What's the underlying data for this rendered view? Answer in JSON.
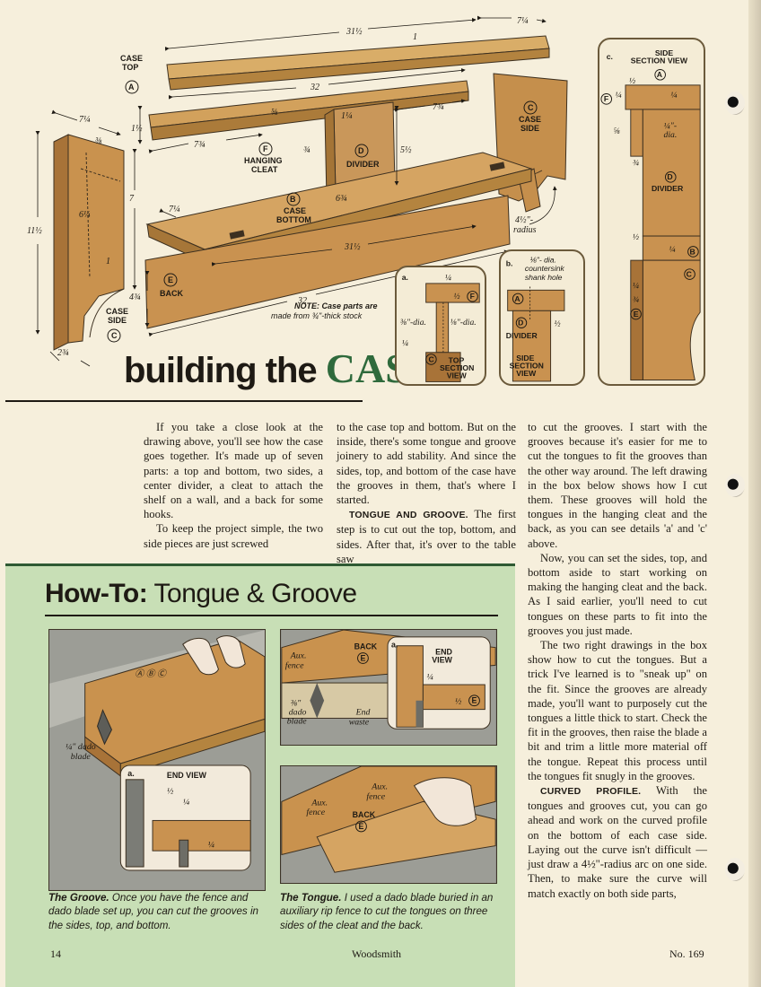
{
  "diagram": {
    "labels": {
      "case_top": "CASE TOP",
      "case_top_key": "A",
      "hanging_cleat": "HANGING CLEAT",
      "hanging_cleat_key": "F",
      "divider": "DIVIDER",
      "divider_key": "D",
      "case_bottom": "CASE BOTTOM",
      "case_bottom_key": "B",
      "back": "BACK",
      "back_key": "E",
      "case_side_left": "CASE SIDE",
      "case_side_left_key": "C",
      "case_side_right": "CASE SIDE",
      "case_side_right_key": "C",
      "radius": "4½\" radius",
      "note_label": "NOTE:",
      "note_text": "Case parts are made from ¾\"-thick stock"
    },
    "dims": {
      "top_length": "31½",
      "top_width": "7¼",
      "top_thickness": "1",
      "cleat_length": "32",
      "cleat_offset_right": "7¾",
      "cleat_offset_left": "7¾",
      "cleat_hole": "⅝",
      "cleat_height": "1½",
      "divider_top": "1¼",
      "divider_height": "5½",
      "divider_thickness": "¾",
      "divider_depth": "6¾",
      "side_width": "7¼",
      "side_offset": "⅜",
      "side_dim_inner": "6¼",
      "side_height": "11½",
      "side_cutout": "7",
      "side_notch": "1",
      "side_bottom": "2¾",
      "bottom_width": "7¼",
      "bottom_length": "31½",
      "back_height": "4¾",
      "back_length": "32"
    }
  },
  "title": {
    "pre": "building the",
    "word": "CASE"
  },
  "detail_a": {
    "key": "a.",
    "dims": {
      "width": "¼",
      "depth": "½",
      "hole_left": "⅜\"-dia.",
      "hole_right": "⅛\"-dia.",
      "bottom": "¼"
    },
    "part_top": "F",
    "part_bottom": "C",
    "caption": "TOP SECTION VIEW"
  },
  "detail_b": {
    "key": "b.",
    "note": "⅛\"- dia. countersink shank hole",
    "part_top": "A",
    "part_mid": "D",
    "mid_label": "DIVIDER",
    "dim": "½",
    "caption": "SIDE SECTION VIEW"
  },
  "detail_c": {
    "key": "c.",
    "caption": "SIDE SECTION VIEW",
    "part_top": "A",
    "part_cleat": "F",
    "part_divider": "D",
    "divider_label": "DIVIDER",
    "part_b": "B",
    "part_c": "C",
    "part_e": "E",
    "dims": {
      "d1": "½",
      "d2": "¼",
      "d3": "¼",
      "d4": "¼\"- dia.",
      "d5": "⅝",
      "d6": "¾",
      "d7": "½",
      "d8": "¼",
      "d9": "¼",
      "d10": "¾"
    }
  },
  "body": {
    "col1": [
      "If you take a close look at the drawing above, you'll see how the case goes together. It's made up of seven parts: a top and bottom, two sides, a center divider, a cleat to attach the shelf on a wall, and a back for some hooks.",
      "To keep the project simple, the two side pieces are just screwed"
    ],
    "col2_p1": "to the case top and bottom. But on the inside, there's some tongue and groove joinery to add stability. And since the sides, top, and bottom of the case have the grooves in them, that's where I started.",
    "col2_runin": "TONGUE AND GROOVE.",
    "col2_p2": "The first step is to cut out the top, bottom, and sides. After that, it's over to the table saw",
    "col3_p1": "to cut the grooves. I start with the grooves because it's easier for me to cut the tongues to fit the grooves than the other way around. The left drawing in the box below shows how I cut them. These grooves will hold the tongues in the hanging cleat and the back, as you can see details 'a' and 'c' above.",
    "col3_p2": "Now, you can set the sides, top, and bottom aside to start working on making the hanging cleat and the back. As I said earlier, you'll need to cut tongues on these parts to fit into the grooves you just made.",
    "col3_p3": "The two right drawings in the box show how to cut the tongues. But a trick I've learned is to \"sneak up\" on the fit. Since the grooves are already made, you'll want to purposely cut the tongues a little thick to start. Check the fit in the grooves, then raise the blade a bit and trim a little more material off the tongue. Repeat this process until the tongues fit snugly in the grooves.",
    "col3_runin": "CURVED PROFILE.",
    "col3_p4": "With the tongues and grooves cut, you can go ahead and work on the curved profile on the bottom of each case side. Laying out the curve isn't difficult — just draw a 4½\"-radius arc on one side. Then, to make sure the curve will match exactly on both side parts,"
  },
  "howto": {
    "bold": "How-To:",
    "title": "Tongue & Groove",
    "panel1": {
      "parts": "ABC",
      "blade": "¼\" dado blade",
      "inset_key": "a.",
      "inset_title": "END VIEW",
      "d1": "½",
      "d2": "¼",
      "d3": "¼"
    },
    "panel2": {
      "back": "BACK",
      "back_key": "E",
      "fence": "Aux. fence",
      "blade": "⅜\" dado blade",
      "waste": "End waste",
      "inset_key": "a.",
      "inset_title": "END VIEW",
      "d1": "¼",
      "d2": "½",
      "d2_key": "E"
    },
    "panel3": {
      "fence_left": "Aux. fence",
      "fence_top": "Aux. fence",
      "back": "BACK",
      "back_key": "E"
    },
    "cap1_bold": "The Groove.",
    "cap1": "Once you have the fence and dado blade set up, you can cut the grooves in the sides, top, and bottom.",
    "cap2_bold": "The Tongue.",
    "cap2": "I used a dado blade buried in an auxiliary rip fence to cut the tongues on three sides of the cleat and the back."
  },
  "footer": {
    "page": "14",
    "magazine": "Woodsmith",
    "issue": "No. 169"
  },
  "colors": {
    "accent_green": "#2f6a3c",
    "box_green": "#c8dfb6",
    "wood": "#c99a55",
    "wood_dark": "#a97a3c"
  }
}
